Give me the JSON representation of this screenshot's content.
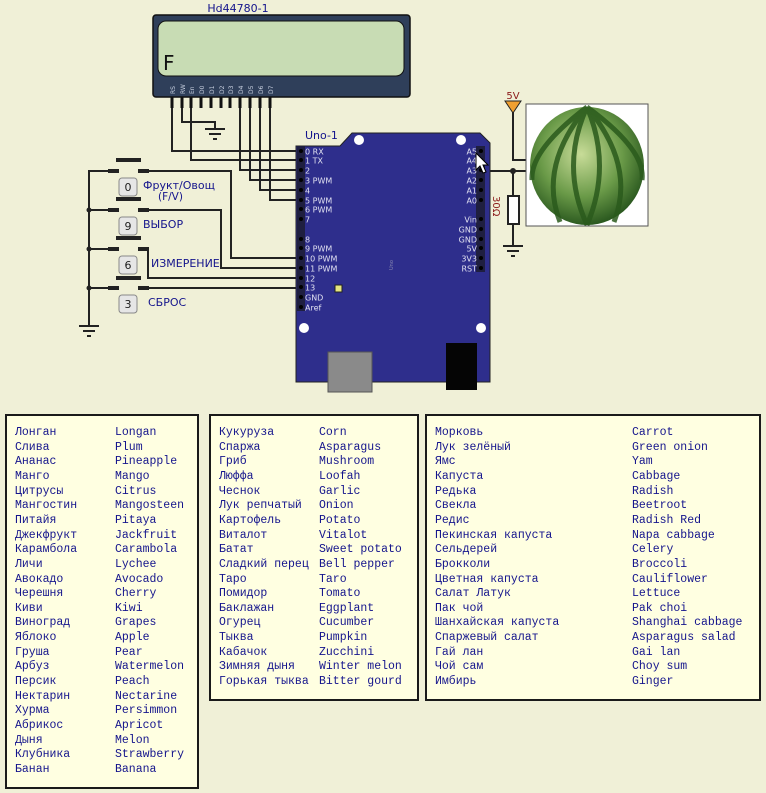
{
  "lcd": {
    "title": "Hd44780-1",
    "display_text": "F",
    "pins": [
      "RS",
      "RW",
      "En",
      "D0",
      "D1",
      "D2",
      "D3",
      "D4",
      "D5",
      "D6",
      "D7"
    ]
  },
  "board": {
    "title": "Uno-1",
    "side_label": "Uno",
    "left_pins": [
      "0 RX",
      "1 TX",
      "2",
      "3 PWM",
      "4",
      "5 PWM",
      "6 PWM",
      "7",
      "8",
      "9 PWM",
      "10 PWM",
      "11 PWM",
      "12",
      "13",
      "GND",
      "Aref"
    ],
    "right_pins": [
      "A5",
      "A4",
      "A3",
      "A2",
      "A1",
      "A0",
      "Vin",
      "GND",
      "GND",
      "5V",
      "3V3",
      "RST"
    ]
  },
  "buttons": [
    {
      "key": "0",
      "label": "Фрукт/Овощ",
      "sublabel": "(F/V)"
    },
    {
      "key": "9",
      "label": "ВЫБОР"
    },
    {
      "key": "6",
      "label": "ИЗМЕРЕНИЕ"
    },
    {
      "key": "3",
      "label": "СБРОС"
    }
  ],
  "supply": {
    "label": "5V"
  },
  "resistor": {
    "label": "30Ω"
  },
  "colors": {
    "board": "#2e2e8c",
    "lcd_frame": "#2f3f5a",
    "lcd_screen": "#c8dcb4",
    "text": "#14148c",
    "supply": "#f0a030"
  },
  "tables": [
    {
      "rows": [
        [
          "Лонган",
          "Longan"
        ],
        [
          "Слива",
          "Plum"
        ],
        [
          "Ананас",
          "Pineapple"
        ],
        [
          "Манго",
          "Mango"
        ],
        [
          "Цитрусы",
          "Citrus"
        ],
        [
          "Мангостин",
          "Mangosteen"
        ],
        [
          "Питайя",
          "Pitaya"
        ],
        [
          "Джекфрукт",
          "Jackfruit"
        ],
        [
          "Карамбола",
          "Carambola"
        ],
        [
          "Личи",
          "Lychee"
        ],
        [
          "Авокадо",
          "Avocado"
        ],
        [
          "Черешня",
          "Cherry"
        ],
        [
          "Киви",
          "Kiwi"
        ],
        [
          "Виноград",
          "Grapes"
        ],
        [
          "Яблоко",
          "Apple"
        ],
        [
          "Груша",
          "Pear"
        ],
        [
          "Арбуз",
          "Watermelon"
        ],
        [
          "Персик",
          "Peach"
        ],
        [
          "Нектарин",
          "Nectarine"
        ],
        [
          "Хурма",
          "Persimmon"
        ],
        [
          "Абрикос",
          "Apricot"
        ],
        [
          "Дыня",
          "Melon"
        ],
        [
          "Клубника",
          "Strawberry"
        ],
        [
          "Банан",
          "Banana"
        ]
      ]
    },
    {
      "rows": [
        [
          "Кукуруза",
          "Corn"
        ],
        [
          "Спаржа",
          "Asparagus"
        ],
        [
          "Гриб",
          "Mushroom"
        ],
        [
          "Люффа",
          "Loofah"
        ],
        [
          "Чеснок",
          "Garlic"
        ],
        [
          "Лук репчатый",
          "Onion"
        ],
        [
          "Картофель",
          "Potato"
        ],
        [
          "Виталот",
          "Vitalot"
        ],
        [
          "Батат",
          "Sweet potato"
        ],
        [
          "Сладкий перец",
          "Bell pepper"
        ],
        [
          "Таро",
          "Taro"
        ],
        [
          "Помидор",
          "Tomato"
        ],
        [
          "Баклажан",
          "Eggplant"
        ],
        [
          "Огурец",
          "Cucumber"
        ],
        [
          "Тыква",
          "Pumpkin"
        ],
        [
          "Кабачок",
          "Zucchini"
        ],
        [
          "Зимняя дыня",
          "Winter melon"
        ],
        [
          "Горькая тыква",
          "Bitter gourd"
        ]
      ]
    },
    {
      "rows": [
        [
          "Морковь",
          "Carrot"
        ],
        [
          "Лук зелёный",
          "Green onion"
        ],
        [
          "Ямс",
          "Yam"
        ],
        [
          "Капуста",
          "Cabbage"
        ],
        [
          "Редька",
          "Radish"
        ],
        [
          "Свекла",
          "Beetroot"
        ],
        [
          "Редис",
          "Radish Red"
        ],
        [
          "Пекинская капуста",
          "Napa cabbage"
        ],
        [
          "Сельдерей",
          "Celery"
        ],
        [
          "Брокколи",
          "Broccoli"
        ],
        [
          "Цветная капуста",
          "Cauliflower"
        ],
        [
          "Салат Латук",
          "Lettuce"
        ],
        [
          "Пак чой",
          "Pak choi"
        ],
        [
          "Шанхайская капуста",
          "Shanghai cabbage"
        ],
        [
          "Спаржевый салат",
          "Asparagus salad"
        ],
        [
          "Гай лан",
          "Gai lan"
        ],
        [
          "Чой сам",
          "Choy sum"
        ],
        [
          "Имбирь",
          "Ginger"
        ]
      ]
    }
  ]
}
